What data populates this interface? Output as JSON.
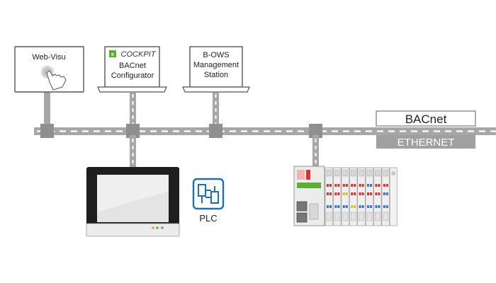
{
  "devices": {
    "web_visu": {
      "label": "Web-Visu"
    },
    "cockpit": {
      "brand": "COCKPIT",
      "line1": "BACnet",
      "line2": "Configurator"
    },
    "bows": {
      "line1": "B-OWS",
      "line2": "Management",
      "line3": "Station"
    },
    "plc": {
      "label": "PLC"
    }
  },
  "network": {
    "bacnet_label": "BACnet",
    "ethernet_label": "ETHERNET"
  },
  "colors": {
    "cable": "#a7a7a7",
    "connector": "#8f8f8f",
    "panel_dark": "#1e1e1e",
    "plc_blue": "#1a6fb5",
    "cockpit_green": "#5ab031",
    "io_red": "#d9342b",
    "io_blue": "#3a76c4",
    "io_yellow": "#e9b92b"
  }
}
